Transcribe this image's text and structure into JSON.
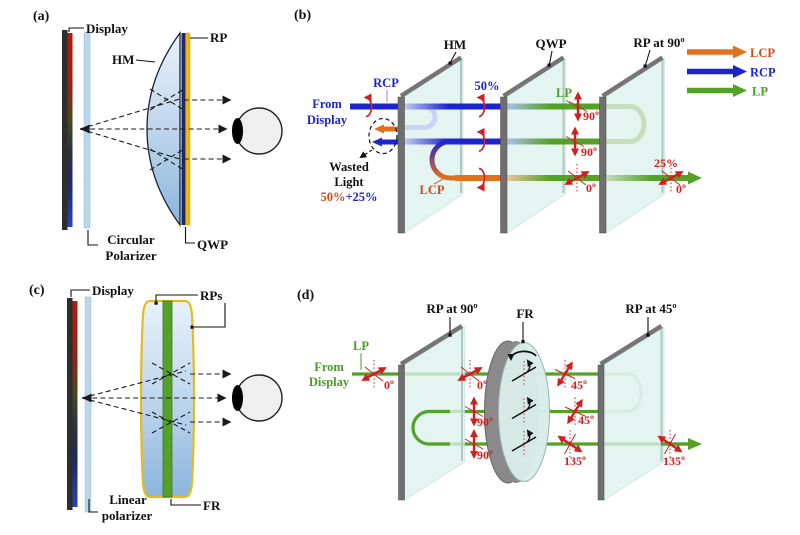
{
  "colors": {
    "rcp_blue": "#1c24cc",
    "lcp_orange": "#e2711d",
    "lp_green": "#55a028",
    "marker_red": "#cf1f1f",
    "plate_fill": "#ddf1ec",
    "qwp_navy": "#1b2a70",
    "rp_yellow": "#f2b705"
  },
  "panel_a": {
    "tag": "(a)",
    "display": "Display",
    "hm": "HM",
    "rp": "RP",
    "qwp": "QWP",
    "circular": "Circular",
    "polarizer": "Polarizer"
  },
  "panel_b": {
    "tag": "(b)",
    "hm": "HM",
    "qwp": "QWP",
    "rp90": "RP at 90º",
    "from": "From",
    "display": "Display",
    "rcp": "RCP",
    "pct50": "50%",
    "lp": "LP",
    "deg90_top": "90º",
    "deg90_mid": "90º",
    "deg0_mid": "0º",
    "lcp": "LCP",
    "wasted_line1": "Wasted",
    "wasted_line2": "Light",
    "wasted_pct_main": "50%",
    "wasted_pct_extra": "+25%",
    "pct25": "25%",
    "deg0_exit": "0º",
    "legend": [
      {
        "label": "LCP"
      },
      {
        "label": "RCP"
      },
      {
        "label": "LP"
      }
    ]
  },
  "panel_c": {
    "tag": "(c)",
    "display": "Display",
    "rps": "RPs",
    "fr": "FR",
    "linear": "Linear",
    "polarizer": "polarizer"
  },
  "panel_d": {
    "tag": "(d)",
    "rp90": "RP at 90º",
    "fr": "FR",
    "rp45": "RP at 45º",
    "from": "From",
    "display": "Display",
    "lp": "LP",
    "deg_r1a": "0º",
    "deg_r1b": "0º",
    "deg_r1c": "45º",
    "deg_r2a": "90º",
    "deg_r2b": "45º",
    "deg_r3a": "90º",
    "deg_r3b": "135º",
    "deg_exit": "135º"
  }
}
